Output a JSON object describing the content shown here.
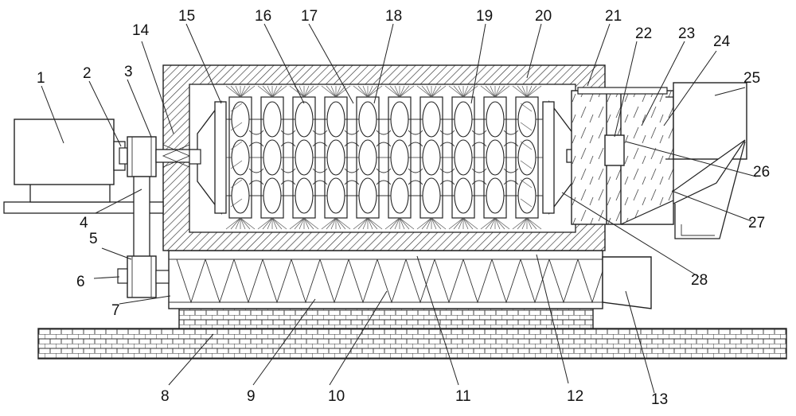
{
  "figure": {
    "labels": [
      "1",
      "2",
      "3",
      "4",
      "5",
      "6",
      "7",
      "8",
      "9",
      "10",
      "11",
      "12",
      "13",
      "14",
      "15",
      "16",
      "17",
      "18",
      "19",
      "20",
      "21",
      "22",
      "23",
      "24",
      "25",
      "26",
      "27",
      "28"
    ]
  }
}
